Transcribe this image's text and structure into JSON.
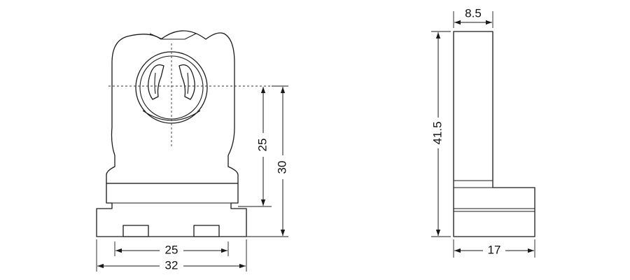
{
  "dimensions": {
    "front_pin_spacing": "25",
    "front_total_width": "32",
    "front_center_to_base": "25",
    "front_height": "30",
    "side_thickness": "8.5",
    "side_height": "41.5",
    "side_base_width": "17"
  },
  "colors": {
    "line": "#1a1a1a",
    "background": "#ffffff"
  }
}
